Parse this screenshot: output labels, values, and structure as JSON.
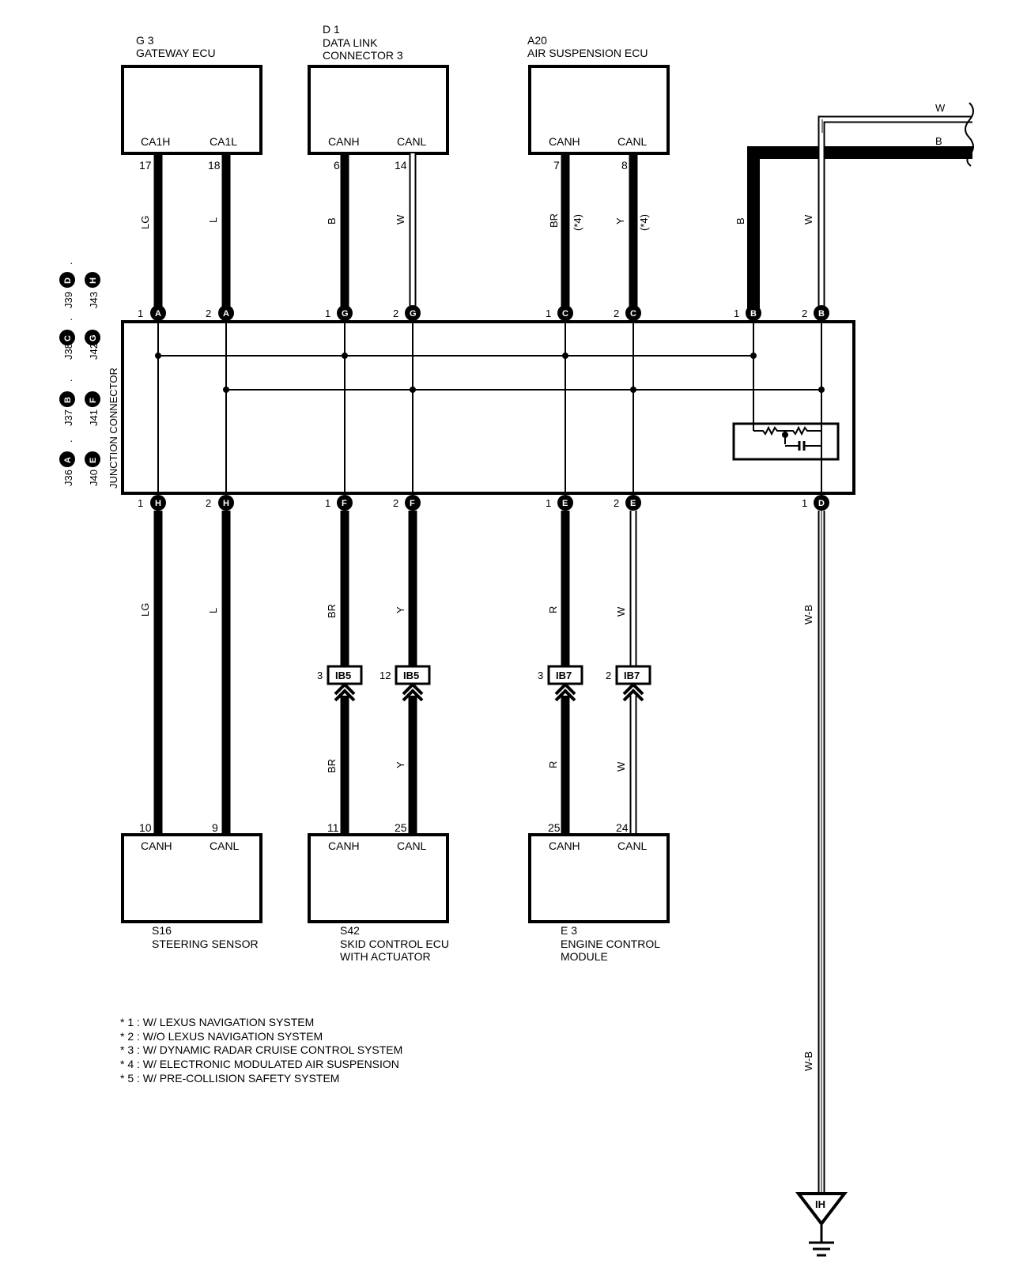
{
  "components": {
    "g3": {
      "code": "G 3",
      "name": "GATEWAY ECU",
      "pin_h": "CA1H",
      "pin_l": "CA1L",
      "num_h": "17",
      "num_l": "18"
    },
    "d1": {
      "code": "D 1",
      "name1": "DATA LINK",
      "name2": "CONNECTOR 3",
      "pin_h": "CANH",
      "pin_l": "CANL",
      "num_h": "6",
      "num_l": "14"
    },
    "a20": {
      "code": "A20",
      "name": "AIR SUSPENSION ECU",
      "pin_h": "CANH",
      "pin_l": "CANL",
      "num_h": "7",
      "num_l": "8"
    },
    "s16": {
      "code": "S16",
      "name": "STEERING SENSOR",
      "pin_h": "CANH",
      "pin_l": "CANL",
      "num_h": "10",
      "num_l": "9"
    },
    "s42": {
      "code": "S42",
      "name1": "SKID CONTROL ECU",
      "name2": "WITH ACTUATOR",
      "pin_h": "CANH",
      "pin_l": "CANL",
      "num_h": "11",
      "num_l": "25"
    },
    "e3": {
      "code": "E 3",
      "name1": "ENGINE CONTROL",
      "name2": "MODULE",
      "pin_h": "CANH",
      "pin_l": "CANL",
      "num_h": "25",
      "num_l": "24"
    }
  },
  "junction": {
    "title": "JUNCTION CONNECTOR",
    "ids": {
      "j36": "J36",
      "j37": "J37",
      "j38": "J38",
      "j39": "J39",
      "j40": "J40",
      "j41": "J41",
      "j42": "J42",
      "j43": "J43"
    },
    "letters": {
      "a": "A",
      "b": "B",
      "c": "C",
      "d": "D",
      "e": "E",
      "f": "F",
      "g": "G",
      "h": "H"
    },
    "sep": ".",
    "pin1": "1",
    "pin2": "2"
  },
  "wires": {
    "lg": "LG",
    "l": "L",
    "b": "B",
    "w": "W",
    "br": "BR",
    "y": "Y",
    "r": "R",
    "wb": "W-B",
    "note4": "(*4)"
  },
  "inline_connectors": {
    "ib5": "IB5",
    "ib7": "IB7",
    "ib5_pin_a": "3",
    "ib5_pin_b": "12",
    "ib7_pin_a": "3",
    "ib7_pin_b": "2"
  },
  "ground": {
    "label": "IH"
  },
  "notes": [
    "* 1 : W/ LEXUS NAVIGATION SYSTEM",
    "* 2 : W/O LEXUS NAVIGATION SYSTEM",
    "* 3 : W/ DYNAMIC RADAR CRUISE CONTROL SYSTEM",
    "* 4 : W/ ELECTRONIC MODULATED AIR SUSPENSION",
    "* 5 : W/ PRE-COLLISION SAFETY SYSTEM"
  ]
}
